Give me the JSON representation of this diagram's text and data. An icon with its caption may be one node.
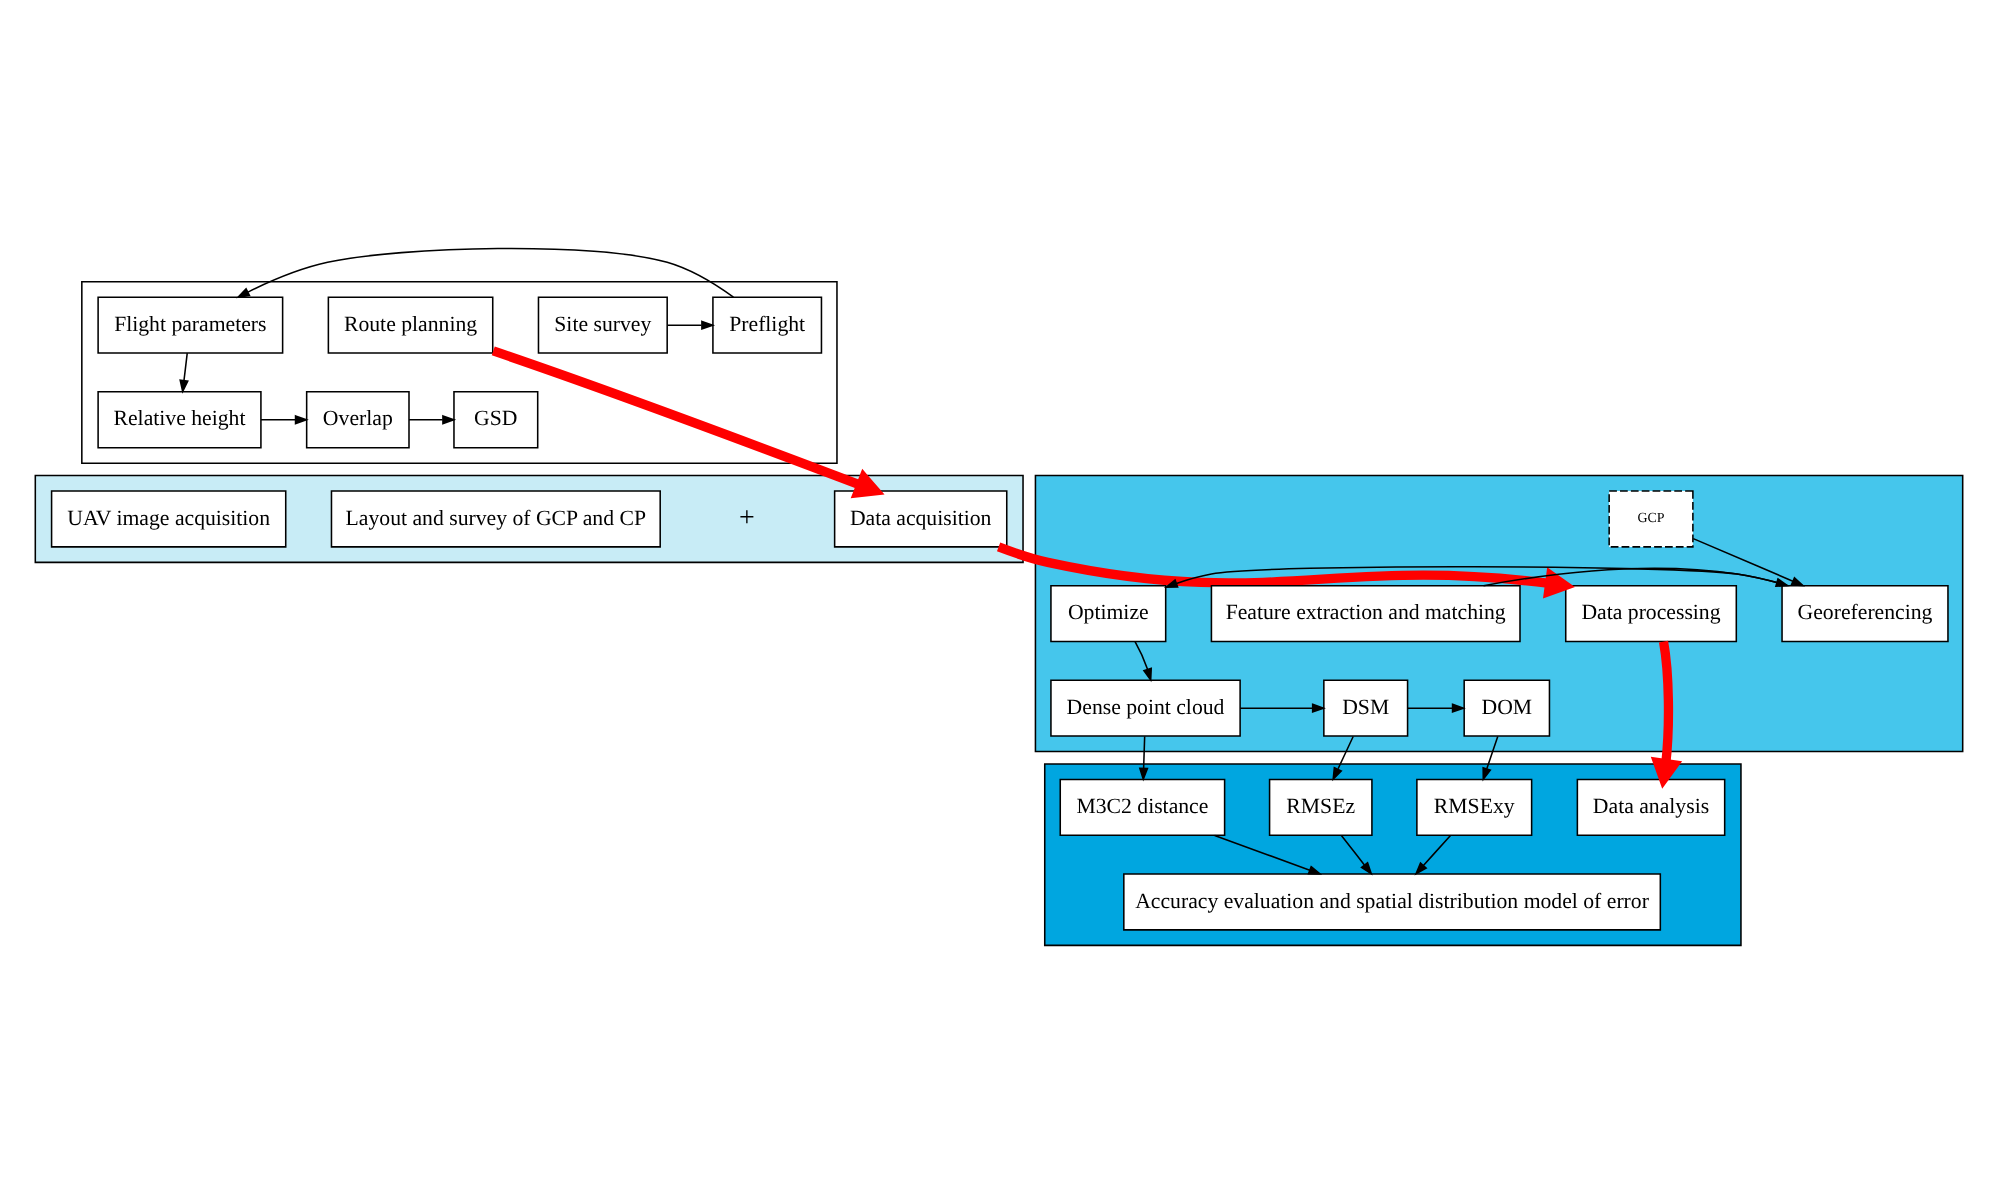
{
  "diagram": {
    "nodes": [
      {
        "text": [],
        "shape": "band"
      },
      {
        "text": [
          "Route planning"
        ],
        "in": 0
      },
      {
        "text": [
          "Site survey"
        ],
        "in": 0
      },
      {
        "text": [
          "Preflight"
        ],
        "in": 0
      },
      {
        "text": [
          "Flight parameters"
        ],
        "in": 0
      },
      {
        "text": [
          "GSD"
        ],
        "in": 0
      },
      {
        "text": [
          "Overlap"
        ],
        "in": 0
      },
      {
        "text": [
          "Relative height"
        ],
        "in": 0
      },
      {
        "text": [],
        "shape": "band"
      },
      {
        "text": [
          "Data acquisition"
        ],
        "in": 8
      },
      {
        "text": [
          "Layout and survey of GCP and CP"
        ],
        "in": 8
      },
      {
        "text": [
          "UAV image acquisition"
        ],
        "in": 8
      },
      {
        "text": [],
        "shape": "band"
      },
      {
        "text": [
          "Data processing"
        ],
        "in": 12
      },
      {
        "text": [
          "GCP"
        ],
        "in": 12
      },
      {
        "text": [
          "Feature extraction and matching"
        ],
        "in": 12
      },
      {
        "text": [
          "Georeferencing"
        ],
        "in": 12
      },
      {
        "text": [
          "Optimize"
        ],
        "in": 12
      },
      {
        "text": [
          "DOM"
        ],
        "in": 12
      },
      {
        "text": [
          "DSM"
        ],
        "in": 12
      },
      {
        "text": [
          "Dense point cloud"
        ],
        "in": 12
      },
      {
        "text": [],
        "shape": "band"
      },
      {
        "text": [
          "Data analysis"
        ],
        "in": 21
      },
      {
        "text": [
          "RMSExy"
        ],
        "in": 21
      },
      {
        "text": [
          "RMSEz"
        ],
        "in": 21
      },
      {
        "text": [
          "M3C2 distance"
        ],
        "in": 21
      },
      {
        "text": [
          "Accuracy evaluation and spatial distribution model of error"
        ],
        "in": 21
      }
    ],
    "edges": [
      {
        "from": 2,
        "to": 3,
        "arrow": "to"
      },
      {
        "from": 3,
        "to": 4,
        "arrow": "to"
      },
      {
        "from": 4,
        "to": 7,
        "arrow": "to"
      },
      {
        "from": 7,
        "to": 6,
        "arrow": "to"
      },
      {
        "from": 6,
        "to": 5,
        "arrow": "to"
      },
      {
        "from": 1,
        "to": 9,
        "arrow": "to",
        "style": "thick",
        "color": "#ff0000"
      },
      {
        "from": 9,
        "to": 13,
        "arrow": "to",
        "style": "thick",
        "color": "#ff0000"
      },
      {
        "from": 13,
        "to": 22,
        "arrow": "to",
        "style": "thick",
        "color": "#ff0000"
      },
      {
        "from": 14,
        "to": 16,
        "arrow": "to"
      },
      {
        "from": 15,
        "to": 16,
        "arrow": "to"
      },
      {
        "from": 16,
        "to": 17,
        "arrow": "to"
      },
      {
        "from": 17,
        "to": 20,
        "arrow": "to"
      },
      {
        "from": 20,
        "to": 19,
        "arrow": "to"
      },
      {
        "from": 19,
        "to": 18,
        "arrow": "to"
      },
      {
        "from": 18,
        "to": 23,
        "arrow": "to"
      },
      {
        "from": 19,
        "to": 24,
        "arrow": "to"
      },
      {
        "from": 20,
        "to": 25,
        "arrow": "to"
      },
      {
        "from": 23,
        "to": 26,
        "arrow": "to"
      },
      {
        "from": 24,
        "to": 26,
        "arrow": "to"
      },
      {
        "from": 25,
        "to": 26,
        "arrow": "to"
      }
    ],
    "labels": [
      "+"
    ]
  }
}
